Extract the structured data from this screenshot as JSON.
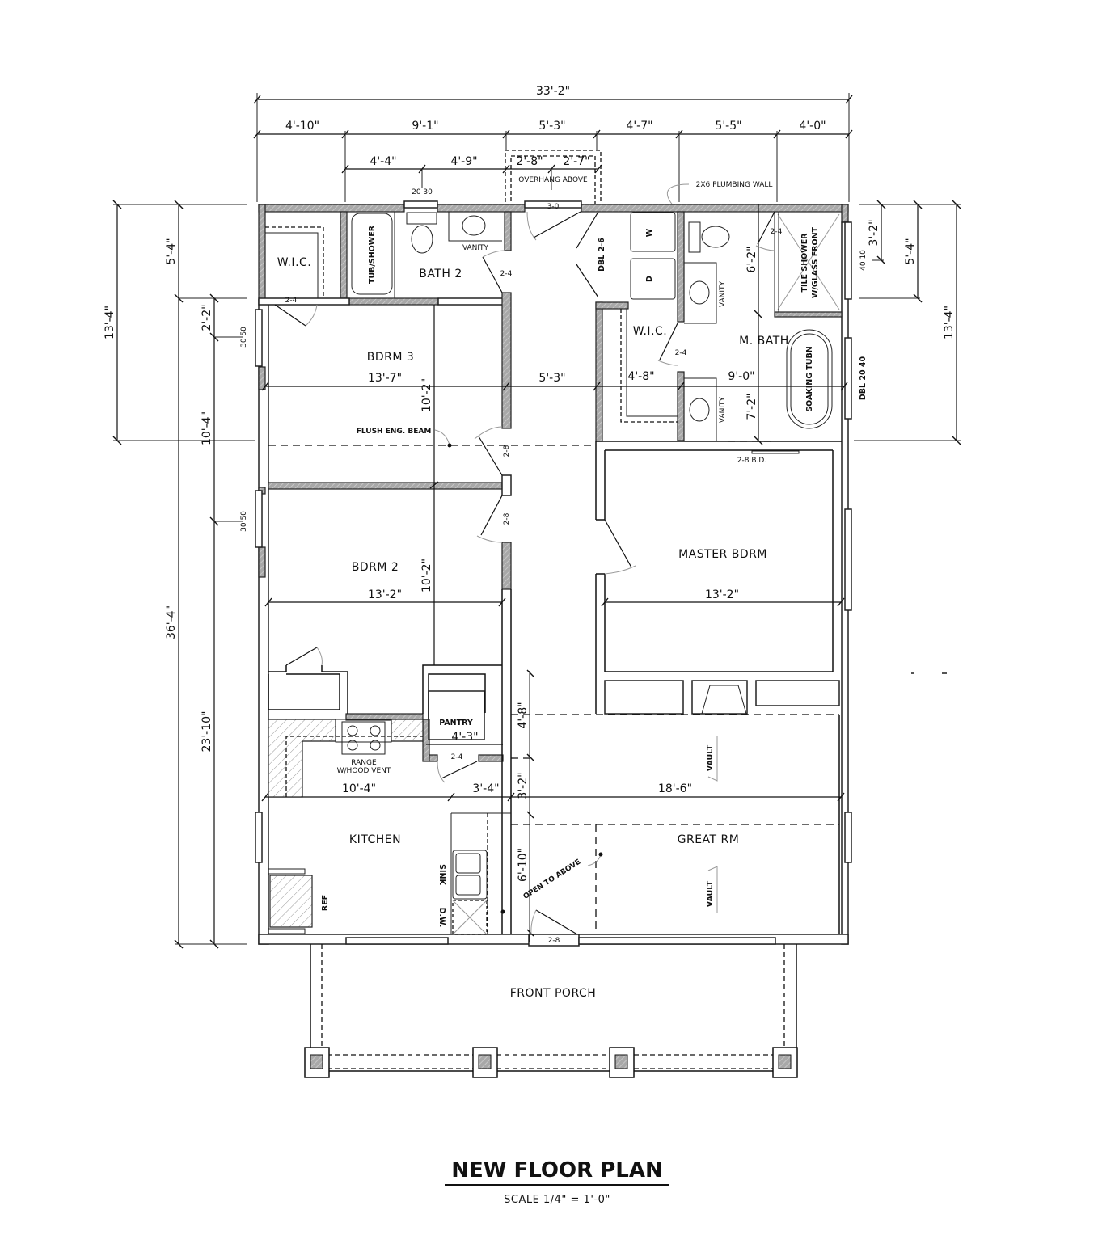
{
  "title": "NEW FLOOR PLAN",
  "scale": "SCALE 1/4\" = 1'-0\"",
  "overall_dimensions": {
    "width": "33'-2\"",
    "depth": "36'-4\""
  },
  "top_dimensions": [
    "4'-10\"",
    "9'-1\"",
    "5'-3\"",
    "4'-7\"",
    "5'-5\"",
    "4'-0\""
  ],
  "top_sub_dimensions": [
    "4'-4\"",
    "4'-9\"",
    "2'-8\"",
    "2'-7\""
  ],
  "left_dimensions": {
    "outer": "13'-4\"",
    "upper": "5'-4\"",
    "mid_a": "2'-2\"",
    "mid_b": "10'-4\"",
    "lower": "23'-10\"",
    "total": "36'-4\""
  },
  "right_dimensions": {
    "a": "3'-2\"",
    "b": "5'-4\"",
    "c": "13'-4\""
  },
  "rooms": {
    "wic_left": "W.I.C.",
    "bath2": "BATH 2",
    "bdrm3": "BDRM 3",
    "bdrm2": "BDRM 2",
    "wic_master": "W.I.C.",
    "master_bath": "M. BATH",
    "master_bdrm": "MASTER BDRM",
    "pantry": "PANTRY",
    "kitchen": "KITCHEN",
    "great_rm": "GREAT RM",
    "front_porch": "FRONT PORCH"
  },
  "room_dimensions": {
    "bdrm3_width": "13'-7\"",
    "bdrm3_depth": "10'-2\"",
    "hall_width": "5'-3\"",
    "wic_width": "4'-8\"",
    "mbath_width": "9'-0\"",
    "mbath_depth_upper": "6'-2\"",
    "mbath_depth_lower": "7'-2\"",
    "bdrm2_width": "13'-2\"",
    "bdrm2_depth": "10'-2\"",
    "master_width": "13'-2\"",
    "pantry_width": "4'-3\"",
    "kitchen_width": "10'-4\"",
    "kitchen_counter": "3'-4\"",
    "great_width": "18'-6\"",
    "great_a": "4'-8\"",
    "great_b": "3'-2\"",
    "great_c": "6'-10\""
  },
  "fixtures": {
    "tub_shower": "TUB/SHOWER",
    "vanity": "VANITY",
    "washer": "W",
    "dryer": "D",
    "tile_shower_1": "TILE SHOWER",
    "tile_shower_2": "W/GLASS FRONT",
    "soaking_tub": "SOAKING TUBN",
    "range_1": "RANGE",
    "range_2": "W/HOOD VENT",
    "sink": "SINK",
    "dw": "D.W.",
    "ref": "REF",
    "vault": "VAULT"
  },
  "annotations": {
    "overhang": "OVERHANG ABOVE",
    "plumbing_wall": "2X6 PLUMBING WALL",
    "flush_beam": "FLUSH ENG. BEAM",
    "open_above": "OPEN TO ABOVE",
    "bifold": "2-8 B.D."
  },
  "doors": {
    "d24": "2-4",
    "d28": "2-8",
    "d30": "3-0",
    "dbl26": "DBL 2-6"
  },
  "windows": {
    "w2030": "20 30",
    "w3050": "30 50",
    "w4010": "40 10",
    "dbl2040": "DBL 20 40"
  }
}
